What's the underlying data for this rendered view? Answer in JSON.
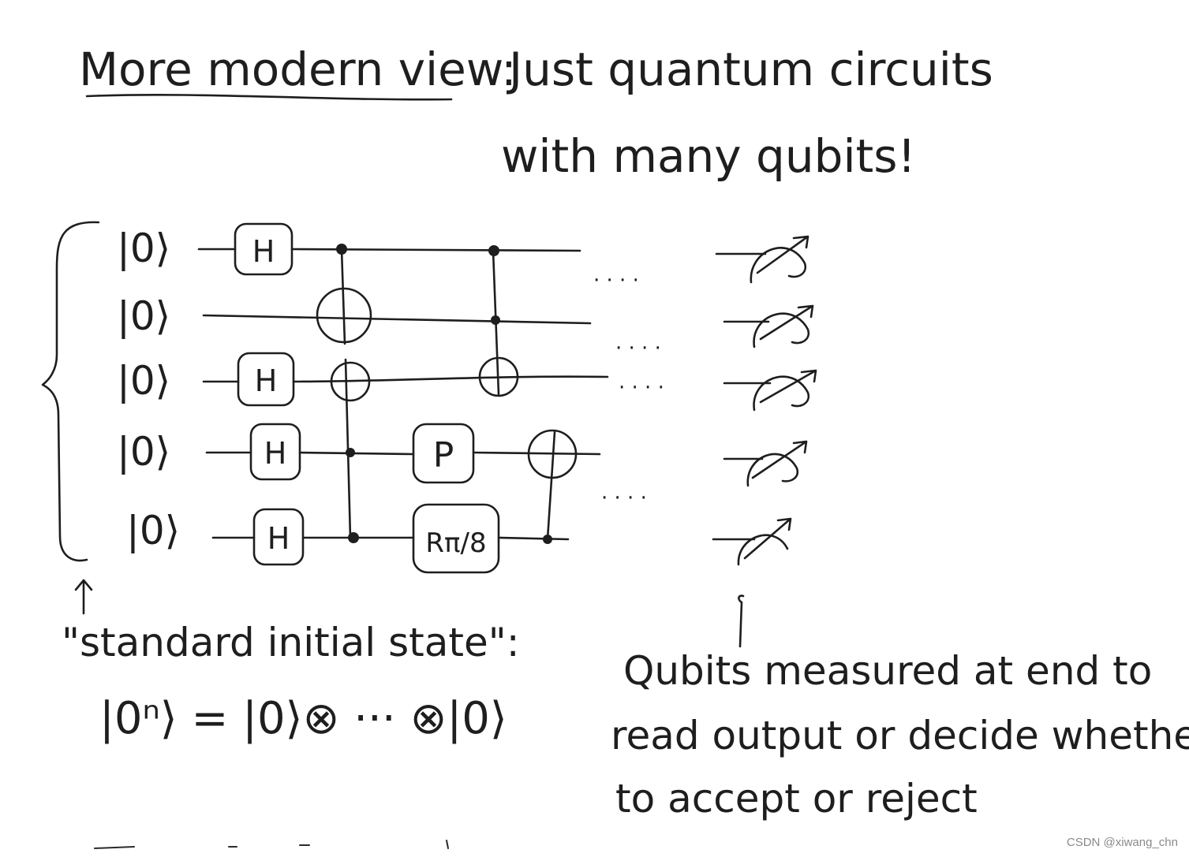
{
  "heading": {
    "title": "More modern view:",
    "subtitle_line1": "Just quantum circuits",
    "subtitle_line2": "with many qubits!"
  },
  "circuit": {
    "qubit_label": "|0⟩",
    "ellipsis": "· · · ·",
    "gates": {
      "hadamard": "H",
      "phase": "P",
      "rotation": "Rπ/8"
    }
  },
  "notes": {
    "initial_state_label": "\"standard initial state\":",
    "initial_state_formula": "|0ⁿ⟩ = |0⟩⊗ ··· ⊗|0⟩",
    "measurement_line1": "Qubits measured at end to",
    "measurement_line2": "read output or decide whether",
    "measurement_line3": "to accept or reject"
  },
  "watermark": "CSDN @xiwang_chn"
}
